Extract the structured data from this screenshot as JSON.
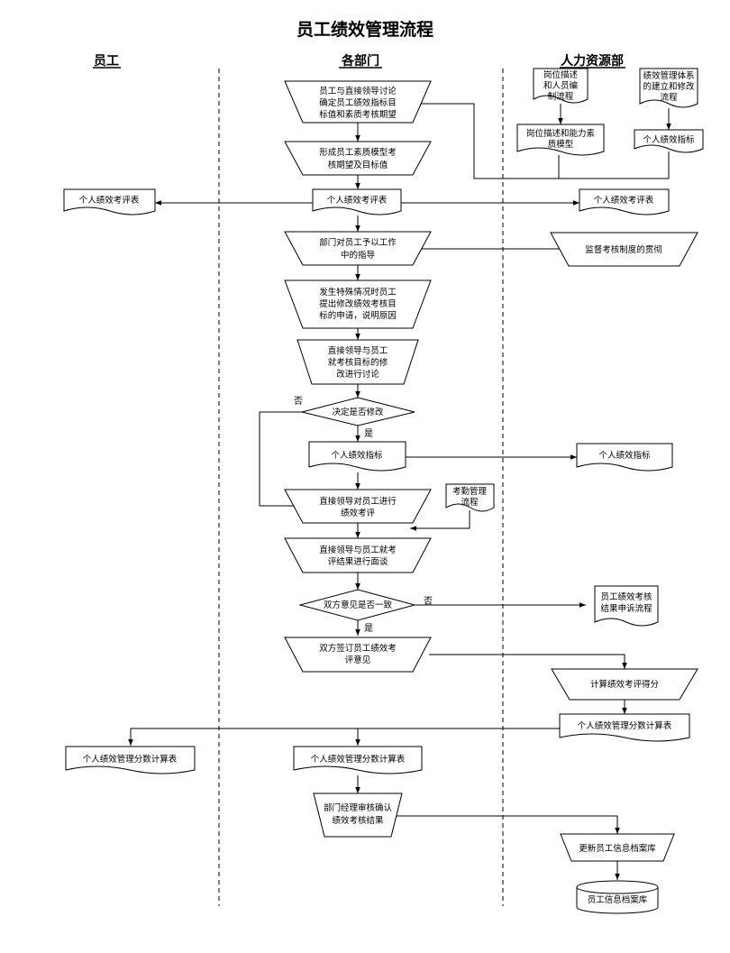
{
  "title": "员工绩效管理流程",
  "lanes": {
    "employee": "员工",
    "department": "各部门",
    "hr": "人力资源部"
  },
  "nodes": {
    "n1": [
      "员工与直接领导讨论",
      "确定员工绩效指标目",
      "标值和素质考核期望"
    ],
    "n2": [
      "形成员工素质模型考",
      "核期望及目标值"
    ],
    "n3": [
      "个人绩效考评表"
    ],
    "n3_emp": [
      "个人绩效考评表"
    ],
    "n3_hr": [
      "个人绩效考评表"
    ],
    "hr_a1": [
      "岗位描述",
      "和人员编",
      "制流程"
    ],
    "hr_a2": [
      "岗位描述和能力素",
      "质模型"
    ],
    "hr_b1": [
      "绩效管理体系",
      "的建立和修改",
      "流程"
    ],
    "hr_b2": [
      "个人绩效指标"
    ],
    "n4": [
      "部门对员工予以工作",
      "中的指导"
    ],
    "hr_sup": [
      "监督考核制度的贯彻"
    ],
    "n5": [
      "发生特殊情况时员工",
      "提出修改绩效考核目",
      "标的申请，说明原因"
    ],
    "n6": [
      "直接领导与员工",
      "就考核目标的修",
      "改进行讨论"
    ],
    "d1": [
      "决定是否修改"
    ],
    "n7": [
      "个人绩效指标"
    ],
    "n7_hr": [
      "个人绩效指标"
    ],
    "n8": [
      "直接领导对员工进行",
      "绩效考评"
    ],
    "att": [
      "考勤管理",
      "流程"
    ],
    "n9": [
      "直接领导与员工就考",
      "评结果进行面谈"
    ],
    "d2": [
      "双方意见是否一致"
    ],
    "appeal": [
      "员工绩效考核",
      "结果申诉流程"
    ],
    "n10": [
      "双方签订员工绩效考",
      "评意见"
    ],
    "calc": [
      "计算绩效考评得分"
    ],
    "score": [
      "个人绩效管理分数计算表"
    ],
    "score_emp": [
      "个人绩效管理分数计算表"
    ],
    "score_dept": [
      "个人绩效管理分数计算表"
    ],
    "n11": [
      "部门经理审核确认",
      "绩效考核结果"
    ],
    "upd": [
      "更新员工信息档案库"
    ],
    "db": [
      "员工信息档案库"
    ]
  },
  "labels": {
    "no1": "否",
    "yes1": "是",
    "no2": "否",
    "yes2": "是"
  }
}
